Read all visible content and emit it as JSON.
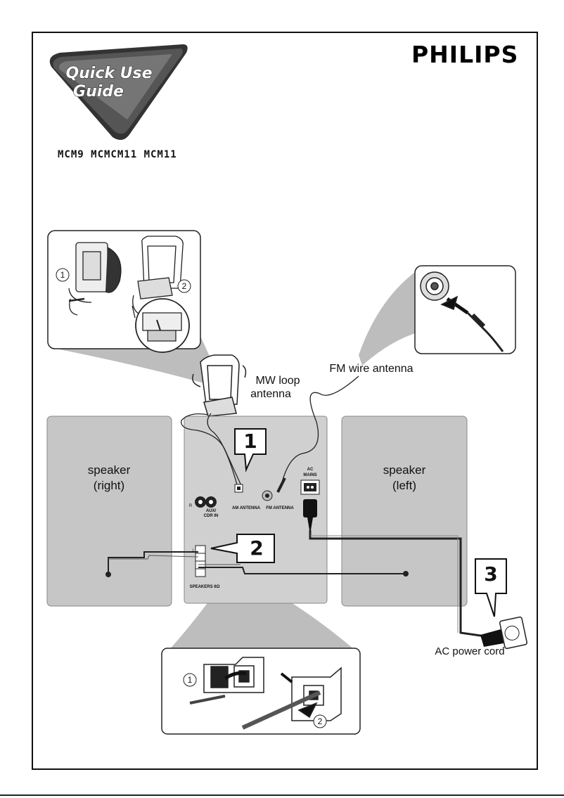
{
  "brand": {
    "name": "PHILIPS"
  },
  "logo": {
    "line1": "Quick Use",
    "line2": "Guide"
  },
  "models": {
    "text": "MCM9 MCMCM11 MCM11"
  },
  "labels": {
    "mw_loop": "MW loop",
    "mw_loop_2": "antenna",
    "fm_wire": "FM wire antenna",
    "speaker_right_1": "speaker",
    "speaker_right_2": "(right)",
    "speaker_left_1": "speaker",
    "speaker_left_2": "(left)",
    "ac_power": "AC power cord"
  },
  "panel_labels": {
    "am_antenna": "AM ANTENNA",
    "fm_antenna": "FM ANTENNA",
    "ac_mains_1": "AC",
    "ac_mains_2": "MAINS",
    "aux_1": "AUX/",
    "aux_2": "CDR IN",
    "speakers": "SPEAKERS 6Ω",
    "r": "R",
    "l": "L"
  },
  "steps": {
    "one": "1",
    "two": "2",
    "three": "3"
  },
  "callouts": {
    "c1": "1",
    "c2": "2"
  }
}
